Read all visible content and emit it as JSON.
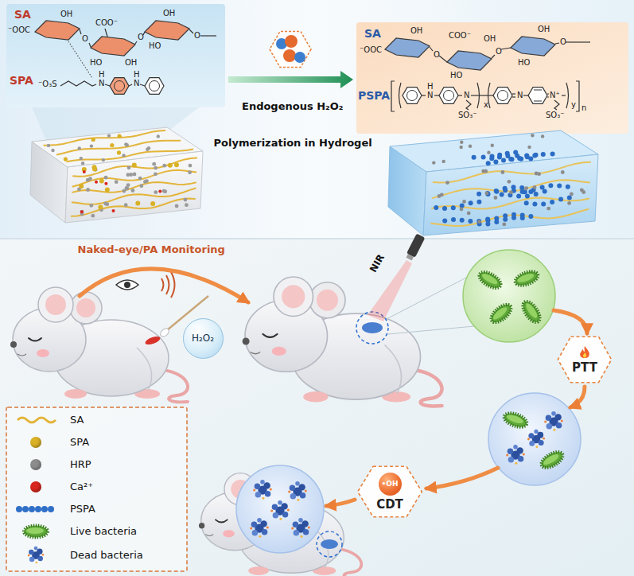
{
  "diagram": {
    "nodes": [
      {
        "text": [
          "SA",
          "SPA"
        ]
      },
      {
        "text": [
          "SA",
          "PSPA"
        ]
      },
      {
        "text": [
          "H₂O₂"
        ]
      },
      {
        "text": [
          "PTT"
        ]
      },
      {
        "text": [
          "CDT"
        ]
      },
      {
        "text": [
          "•OH"
        ],
        "in": 4
      }
    ],
    "edges": [
      {
        "from": 0,
        "to": 1,
        "arrow": "to"
      }
    ],
    "labels": [
      "OH",
      "⁻OOC",
      "COO⁻",
      "O",
      "HO",
      "OH",
      "O",
      "OH",
      "HO",
      "O",
      "⁻O₃S",
      "H",
      "N",
      "H",
      "N",
      "Endogenous H₂O₂",
      "Polymerization in Hydrogel",
      "⁻OOC",
      "OH",
      "COO⁻",
      "O",
      "HO",
      "OH",
      "O",
      "OH",
      "HO",
      "O",
      "H",
      "N",
      "N",
      "SO₃⁻",
      "x",
      "N",
      "N⁺",
      "SO₃⁻",
      "y",
      "n",
      "Naked-eye/PA Monitoring",
      "NIR"
    ],
    "legend": [
      {
        "text": "SA"
      },
      {
        "text": "SPA",
        "color": "#d9b125"
      },
      {
        "text": "HRP",
        "color": "#8c8c8c"
      },
      {
        "text": "Ca²⁺",
        "color": "#d7261e"
      },
      {
        "text": "PSPA"
      },
      {
        "text": "Live bacteria"
      },
      {
        "text": "Dead bacteria"
      }
    ]
  }
}
